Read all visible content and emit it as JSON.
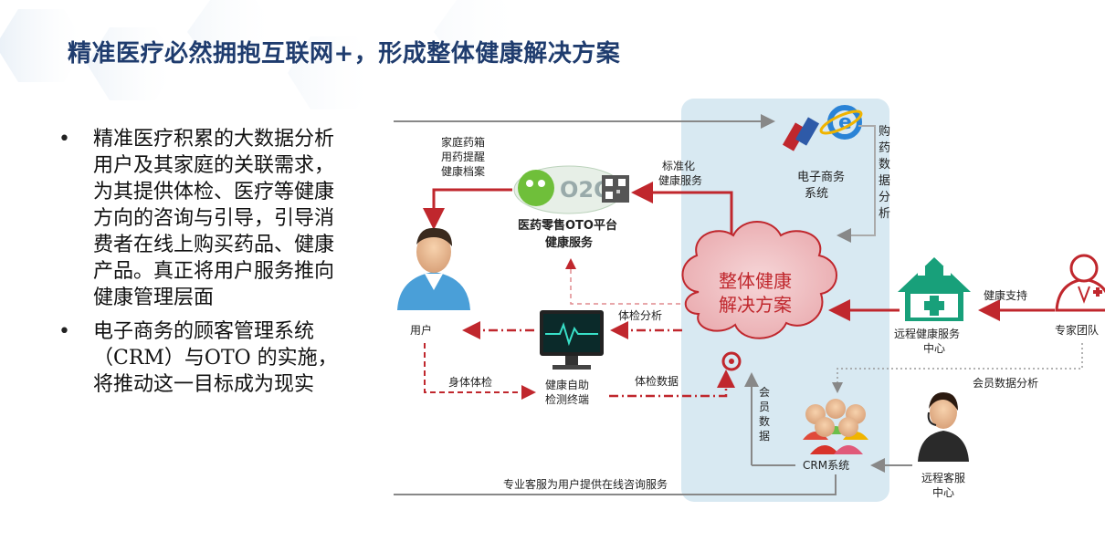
{
  "title": "精准医疗必然拥抱互联网+，形成整体健康解决方案",
  "bullets": [
    "精准医疗积累的大数据分析用户及其家庭的关联需求，为其提供体检、医疗等健康方向的咨询与引导，引导消费者在线上购买药品、健康产品。真正将用户服务推向健康管理层面",
    "电子商务的顾客管理系统（CRM）与OTO 的实施，将推动这一目标成为现实"
  ],
  "diagram": {
    "center": [
      "整体健康",
      "解决方案"
    ],
    "oto": {
      "badge": "O2O",
      "line1": "医药零售OTO平台",
      "line2": "健康服务"
    },
    "ecommerce": [
      "电子商务",
      "系统"
    ],
    "user": "用户",
    "terminal": [
      "健康自助",
      "检测终端"
    ],
    "remote_center": [
      "远程健康服务",
      "中心"
    ],
    "expert_team": "专家团队",
    "crm": "CRM系统",
    "remote_cs": [
      "远程客服",
      "中心"
    ],
    "edges": {
      "medicine_box": [
        "家庭药箱",
        "用药提醒",
        "健康档案"
      ],
      "standardized": [
        "标准化",
        "健康服务"
      ],
      "purchase_data": [
        "购",
        "药",
        "数",
        "据",
        "分",
        "析"
      ],
      "health_support": "健康支持",
      "physical_analysis": "体检分析",
      "body_check": "身体体检",
      "check_data": "体检数据",
      "member_data": [
        "会",
        "员",
        "数",
        "据"
      ],
      "member_data_analysis": "会员数据分析",
      "online_consult": "专业客服为用户提供在线咨询服务"
    }
  }
}
